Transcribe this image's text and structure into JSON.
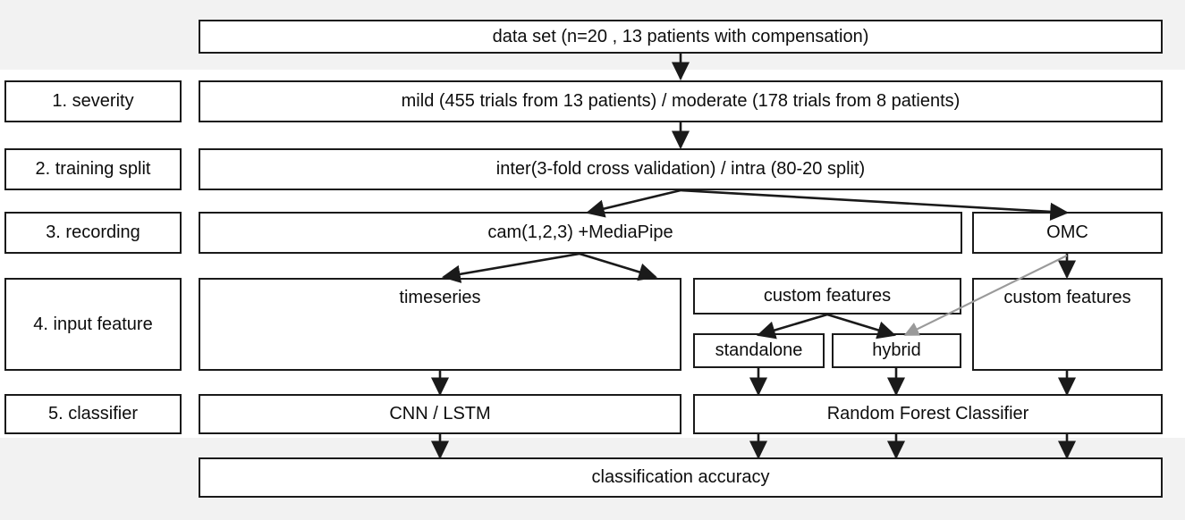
{
  "diagram": {
    "title": "study pipeline flowchart",
    "background_color": "#ffffff",
    "band_color": "#f2f2f2",
    "line_color": "#1a1a1a",
    "gray_line_color": "#9a9a9a",
    "stage_labels": [
      {
        "id": "severity",
        "text": "1. severity"
      },
      {
        "id": "training-split",
        "text": "2. training split"
      },
      {
        "id": "recording",
        "text": "3. recording"
      },
      {
        "id": "input-feature",
        "text": "4. input feature"
      },
      {
        "id": "classifier",
        "text": "5. classifier"
      }
    ],
    "nodes": {
      "dataset": "data set (n=20 , 13 patients with compensation)",
      "severity": "mild (455 trials from 13 patients) / moderate (178 trials from 8 patients)",
      "training_split": "inter(3-fold cross validation) / intra (80-20 split)",
      "recording_cam": "cam(1,2,3) +MediaPipe",
      "recording_omc": "OMC",
      "feature_timeseries": "timeseries",
      "feature_custom_cam": "custom  features",
      "feature_custom_omc": "custom  features",
      "feature_standalone": "standalone",
      "feature_hybrid": "hybrid",
      "classifier_nn": "CNN / LSTM",
      "classifier_rf": "Random Forest Classifier",
      "output": "classification accuracy"
    }
  }
}
